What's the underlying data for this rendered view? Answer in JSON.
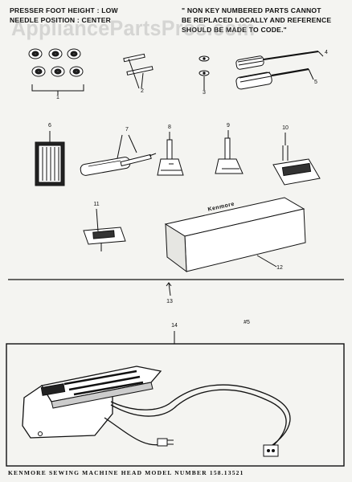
{
  "header": {
    "left_line1": "PRESSER FOOT HEIGHT : LOW",
    "left_line2": "NEEDLE POSITION : CENTER",
    "right_line1": "\" NON KEY NUMBERED PARTS CANNOT",
    "right_line2": "BE REPLACED LOCALLY AND REFERENCE",
    "right_line3": "SHOULD BE MADE TO CODE.\""
  },
  "watermark": "AppliancePartsPros.com",
  "labels": {
    "p1": "1",
    "p2": "2",
    "p3": "3",
    "p4": "4",
    "p5": "5",
    "p6": "6",
    "p7": "7",
    "p8": "8",
    "p9": "9",
    "p10": "10",
    "p11": "11",
    "p12": "12",
    "p13": "13",
    "p14": "14",
    "note": "#5"
  },
  "box_text": "Kenmore",
  "footer": "KENMORE SEWING MACHINE HEAD MODEL NUMBER 158.13521"
}
